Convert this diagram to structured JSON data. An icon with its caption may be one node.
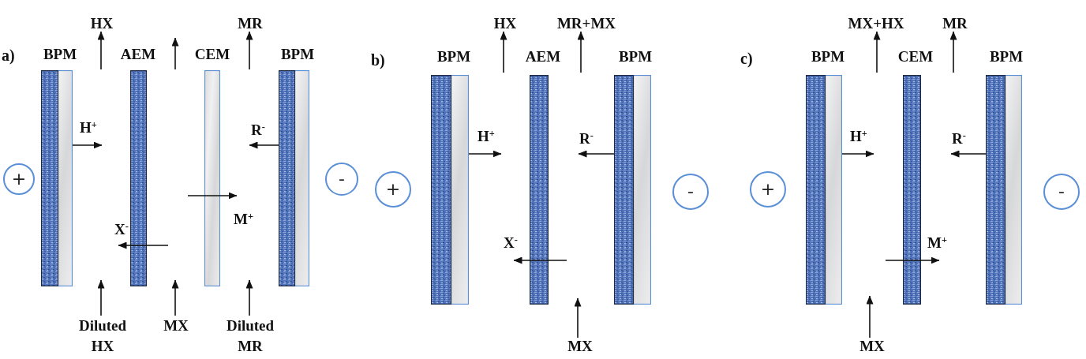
{
  "diagram": {
    "nodes": [
      {
        "text": [
          "HX"
        ]
      },
      {
        "text": [
          "MR"
        ]
      },
      {
        "text": [
          "BPM"
        ]
      },
      {
        "text": [
          "AEM"
        ]
      },
      {
        "text": [
          "CEM"
        ]
      },
      {
        "text": [
          "BPM"
        ]
      },
      {
        "text": [
          "+"
        ]
      },
      {
        "text": [
          "-"
        ]
      },
      {
        "text": [
          "Diluted HX"
        ]
      },
      {
        "text": [
          "MX"
        ]
      },
      {
        "text": [
          "Diluted MR"
        ]
      },
      {
        "text": [
          "HX"
        ]
      },
      {
        "text": [
          "MR+MX"
        ]
      },
      {
        "text": [
          "BPM"
        ]
      },
      {
        "text": [
          "AEM"
        ]
      },
      {
        "text": [
          "BPM"
        ]
      },
      {
        "text": [
          "+"
        ]
      },
      {
        "text": [
          "-"
        ]
      },
      {
        "text": [
          "MX"
        ]
      },
      {
        "text": [
          "MX+HX"
        ]
      },
      {
        "text": [
          "MR"
        ]
      },
      {
        "text": [
          "BPM"
        ]
      },
      {
        "text": [
          "CEM"
        ]
      },
      {
        "text": [
          "BPM"
        ]
      },
      {
        "text": [
          "+"
        ]
      },
      {
        "text": [
          "-"
        ]
      },
      {
        "text": [
          "MX"
        ]
      }
    ],
    "edges": [
      {
        "from": null,
        "to": 0,
        "arrow": "to"
      },
      {
        "from": null,
        "to": 1,
        "arrow": "to"
      },
      {
        "from": 2,
        "to": null,
        "arrow": "to",
        "label": "H$^{+}$"
      },
      {
        "from": 5,
        "to": null,
        "arrow": "to",
        "label": "R$^{-}$"
      },
      {
        "from": 8,
        "to": null,
        "arrow": "to"
      },
      {
        "from": 9,
        "to": null,
        "arrow": "to"
      },
      {
        "from": 10,
        "to": null,
        "arrow": "to"
      },
      {
        "from": null,
        "to": 11,
        "arrow": "to"
      },
      {
        "from": null,
        "to": 12,
        "arrow": "to"
      },
      {
        "from": 13,
        "to": null,
        "arrow": "to",
        "label": "H$^{+}$"
      },
      {
        "from": 15,
        "to": null,
        "arrow": "to",
        "label": "R$^{-}$"
      },
      {
        "from": 18,
        "to": null,
        "arrow": "to"
      },
      {
        "from": null,
        "to": 19,
        "arrow": "to"
      },
      {
        "from": null,
        "to": 20,
        "arrow": "to"
      },
      {
        "from": 21,
        "to": null,
        "arrow": "to",
        "label": "H$^{+}$"
      },
      {
        "from": 23,
        "to": null,
        "arrow": "to",
        "label": "R$^{-}$"
      },
      {
        "from": 26,
        "to": null,
        "arrow": "to"
      }
    ],
    "labels": [
      "a)",
      "X$^{-}$",
      "M$^{+}$",
      "b)",
      "X$^{-}$",
      "c)",
      "M$^{+}$"
    ]
  }
}
